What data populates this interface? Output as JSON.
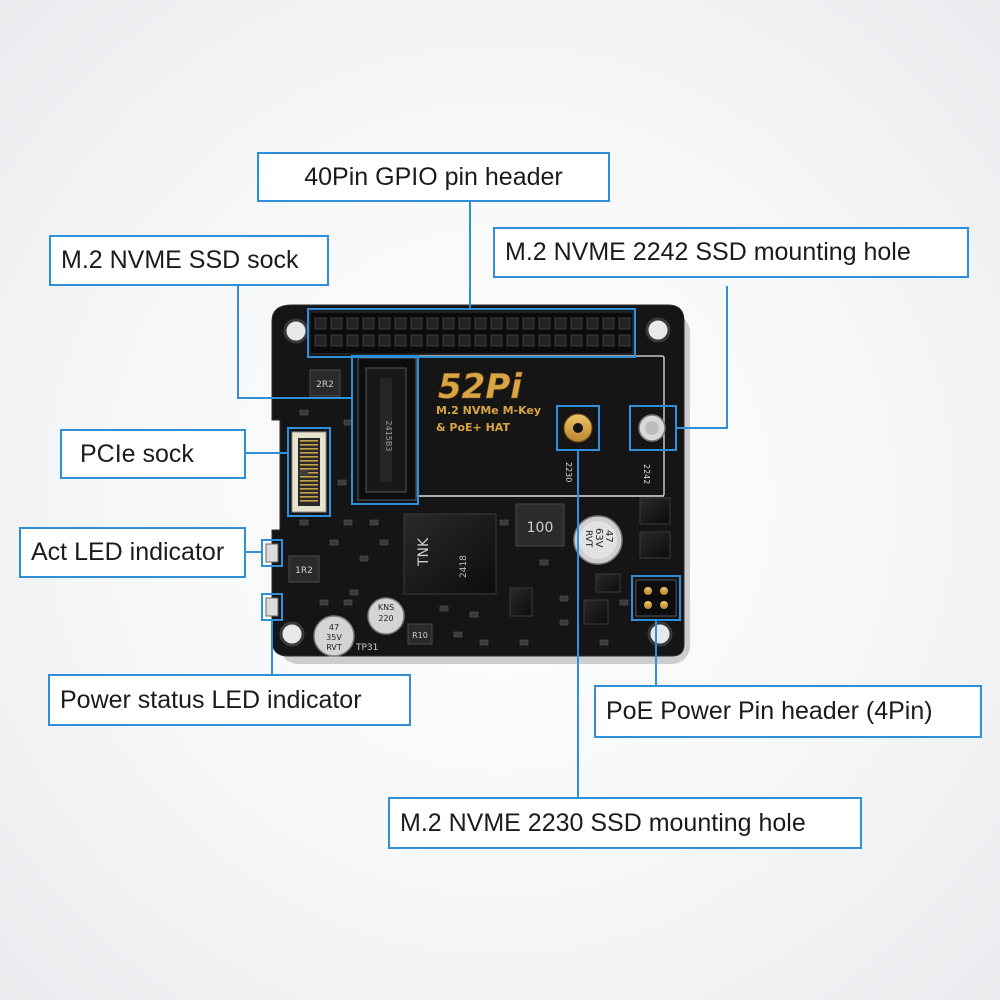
{
  "callouts": {
    "gpio_header": "40Pin GPIO pin header",
    "m2_sock": "M.2 NVME SSD sock",
    "hole_2242": "M.2 NVME 2242 SSD mounting hole",
    "pcie_sock": "PCIe sock",
    "act_led": "Act LED indicator",
    "power_led": "Power status LED indicator",
    "poe_header": "PoE Power Pin header (4Pin)",
    "hole_2230": "M.2 NVME 2230 SSD mounting hole"
  },
  "board": {
    "logo": "52Pi",
    "subtitle_1": "M.2 NVMe M-Key",
    "subtitle_2": "& PoE+ HAT",
    "hole_label_2230": "2230",
    "hole_label_2242": "2242",
    "inductor_tnk": "TNK",
    "inductor_code": "2418",
    "inductor_100": "100",
    "inductor_2r2": "2R2",
    "inductor_1r2": "1R2",
    "cap_47_63v": "47",
    "cap_63v": "63V",
    "cap_35v": "35V",
    "cap_rvt": "RVT",
    "cap_kns": "KNS",
    "cap_220": "220",
    "resistor_r10": "R10",
    "tp_label": "TP31"
  },
  "colors": {
    "callout_border": "#2f8fd8",
    "pcb": "#141414",
    "silkscreen": "#e6e6e6",
    "gold": "#d8a544"
  }
}
